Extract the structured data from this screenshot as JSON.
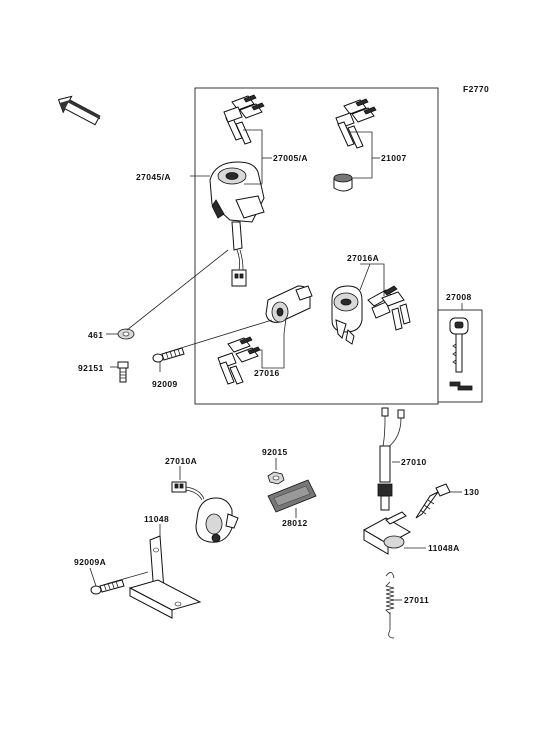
{
  "figure_code": "F2770",
  "front_marker": "FRONT",
  "labels": {
    "p27045A": "27045/A",
    "p27005A": "27005/A",
    "p21007": "21007",
    "p27016A": "27016A",
    "p27008": "27008",
    "p461": "461",
    "p92151": "92151",
    "p92009": "92009",
    "p27016": "27016",
    "p92015": "92015",
    "p27010A": "27010A",
    "p27010": "27010",
    "p130": "130",
    "p28012": "28012",
    "p11048": "11048",
    "p11048A": "11048A",
    "p92009A": "92009A",
    "p27011": "27011"
  }
}
